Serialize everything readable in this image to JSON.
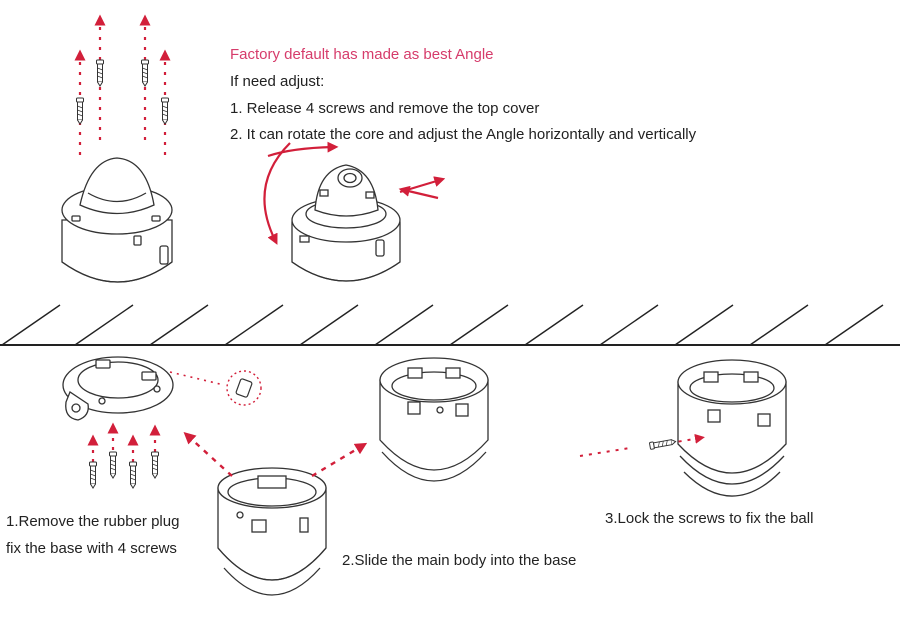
{
  "colors": {
    "accent": "#d63c6b",
    "arrow": "#d21f3a",
    "line": "#333333",
    "text": "#222222"
  },
  "header": {
    "note": "Factory default has made as best Angle",
    "if_need": "If need adjust:",
    "step1": "1. Release 4 screws and remove the top cover",
    "step2": "2. It can rotate the core and adjust the Angle horizontally and vertically"
  },
  "install": {
    "step1_line1": "1.Remove the rubber plug",
    "step1_line2": "fix the base with 4 screws",
    "step2": "2.Slide the main body into the base",
    "step3": "3.Lock the screws to fix the ball"
  },
  "icons": [
    "screw-icon",
    "dome-camera-icon",
    "rotate-arrow-icon",
    "base-plate-icon",
    "rubber-plug-icon",
    "ceiling-icon"
  ]
}
